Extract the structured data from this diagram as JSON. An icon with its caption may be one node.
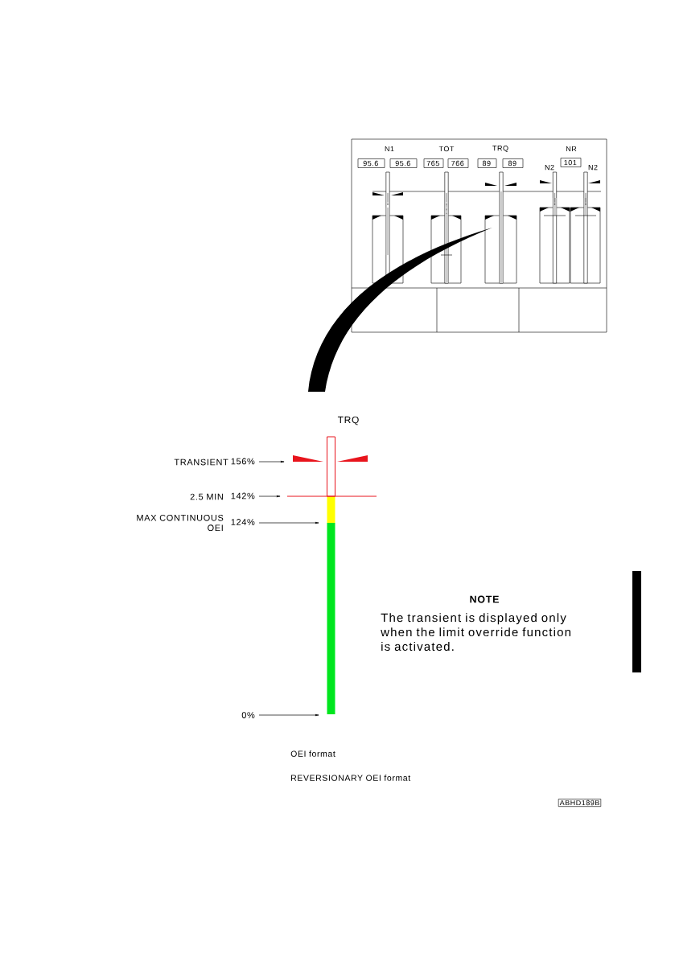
{
  "diagram": {
    "nodes": [
      {
        "text": [
          "95.6"
        ]
      },
      {
        "text": [
          "95.6"
        ]
      },
      {
        "text": [
          "765"
        ]
      },
      {
        "text": [
          "766"
        ]
      },
      {
        "text": [
          "89"
        ]
      },
      {
        "text": [
          "89"
        ]
      },
      {
        "text": [
          "101"
        ]
      },
      {
        "text": [
          "TRANSIENT",
          "156%"
        ]
      },
      {
        "text": [
          "2.5 MIN",
          "142%"
        ]
      },
      {
        "text": [
          "MAX CONTINUOUS OEI",
          "124%"
        ]
      },
      {
        "text": [
          "0%"
        ]
      },
      {
        "text": [
          "ABHD189B"
        ]
      },
      {
        "text": [],
        "shape": "bar"
      }
    ],
    "edges": [
      {
        "from": 7,
        "to": 12,
        "arrow": "to"
      },
      {
        "from": 8,
        "to": 12,
        "arrow": "to"
      },
      {
        "from": 9,
        "to": 12,
        "arrow": "to"
      },
      {
        "from": 10,
        "to": 12,
        "arrow": "to"
      }
    ],
    "labels": [
      "N1",
      "TOT",
      "TRQ",
      "NR",
      "N2",
      "N2",
      "TRQ",
      "NOTE",
      "The transient is displayed only when the limit override function is activated.",
      "OEI format",
      "REVERSIONARY OEI format"
    ]
  }
}
